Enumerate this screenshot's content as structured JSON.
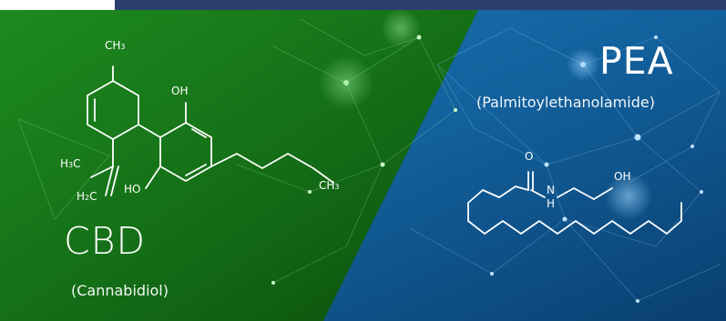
{
  "cbd": {
    "title": "CBD",
    "subtitle": "(Cannabidiol)",
    "atom_labels": {
      "ch3_top": "CH",
      "oh_top": "OH",
      "ch3_right": "CH",
      "h3c_left": "H",
      "h3c_upper": "C",
      "h2c": "H",
      "h2c_c": "C",
      "ho": "HO",
      "sub3": "3",
      "sub2": "2"
    },
    "color": "#1e7a1e"
  },
  "pea": {
    "title": "PEA",
    "subtitle": "(Palmitoylethanolamide)",
    "atom_labels": {
      "o": "O",
      "n": "N",
      "h": "H",
      "oh": "OH"
    },
    "color": "#1b6ea8"
  },
  "colors": {
    "green_dark": "#0f5a12",
    "green_light": "#3aa83a",
    "blue_dark": "#0d4e86",
    "blue_light": "#3a9ad8",
    "header_bar": "#2b3f6e"
  }
}
